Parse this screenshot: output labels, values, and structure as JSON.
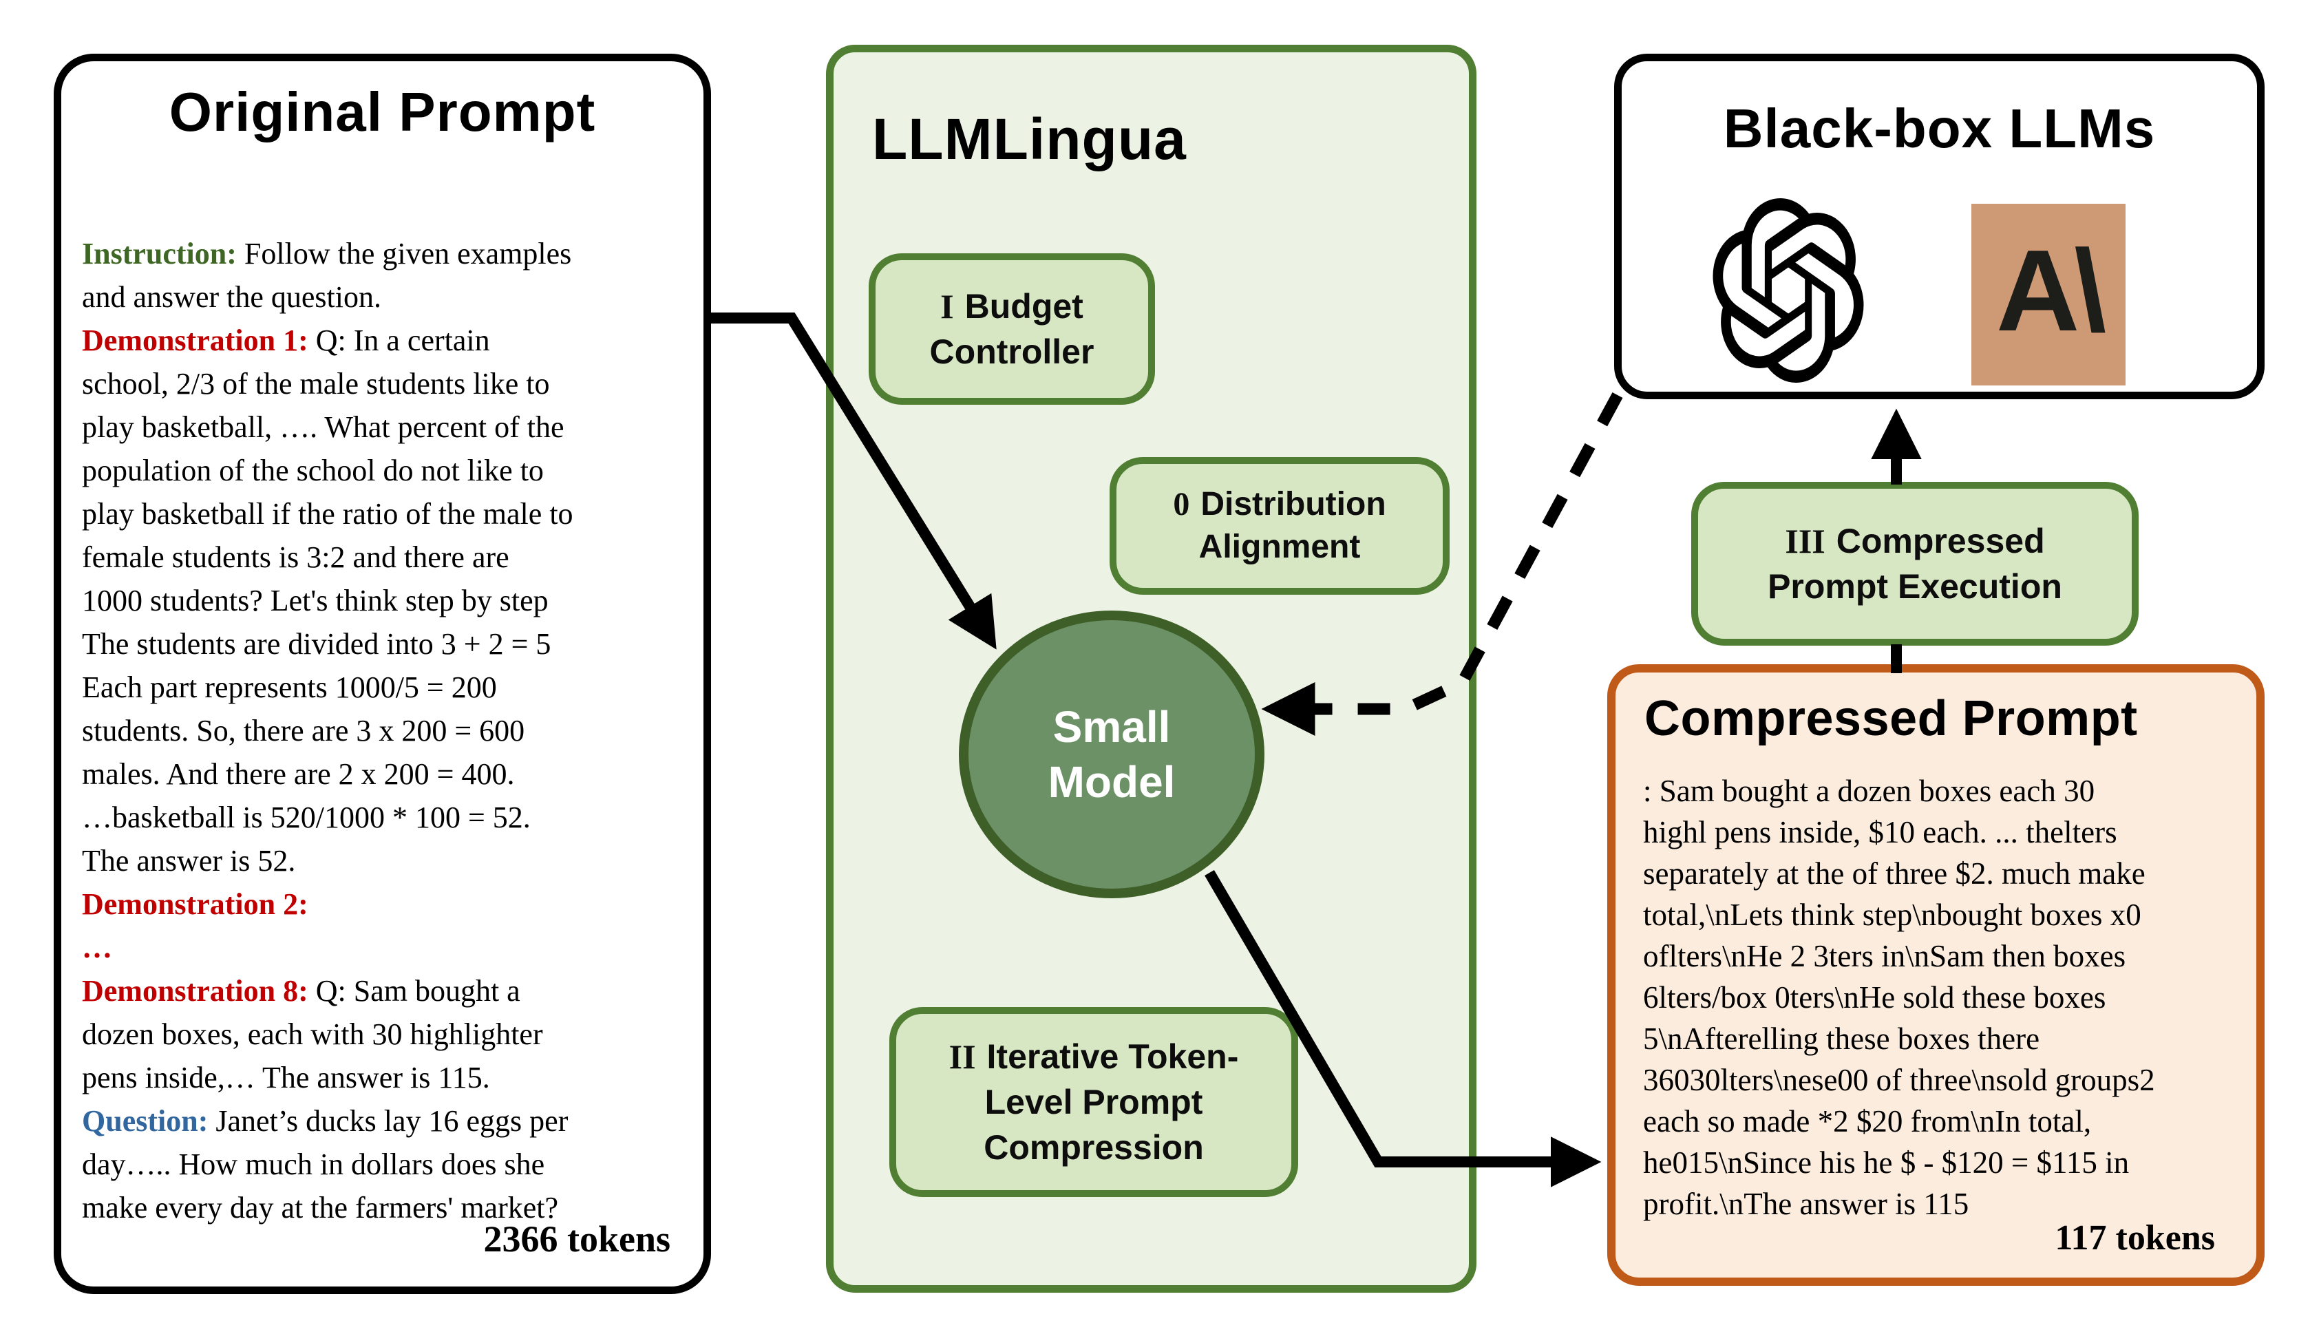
{
  "original_prompt": {
    "title": "Original Prompt",
    "token_count": "2366 tokens",
    "lines": [
      {
        "label": "Instruction:",
        "label_style": "instruction",
        "text": " Follow the given examples"
      },
      {
        "text": "and answer the question."
      },
      {
        "label": "Demonstration 1:",
        "label_style": "demo",
        "text": " Q: In a certain"
      },
      {
        "text": "school, 2/3 of the male students like to"
      },
      {
        "text": "play basketball, …. What percent of the"
      },
      {
        "text": "population of the school do not like to"
      },
      {
        "text": "play basketball if the ratio of the male to"
      },
      {
        "text": "female students is 3:2 and there are"
      },
      {
        "text": "1000 students? Let's think step by step"
      },
      {
        "text": "The students are divided into 3 + 2 = 5"
      },
      {
        "text": "Each part represents 1000/5 = 200"
      },
      {
        "text": "students. So, there are 3 x 200 = 600"
      },
      {
        "text": "males. And there are 2 x 200 = 400."
      },
      {
        "text": "…basketball is 520/1000 * 100 = 52."
      },
      {
        "text": "The answer is 52."
      },
      {
        "label": "Demonstration 2:",
        "label_style": "demo",
        "text": ""
      },
      {
        "label": "…",
        "label_style": "demo",
        "text": ""
      },
      {
        "label": "Demonstration 8:",
        "label_style": "demo",
        "text": " Q: Sam bought a"
      },
      {
        "text": "dozen boxes, each with 30 highlighter"
      },
      {
        "text": "pens inside,… The answer is 115."
      },
      {
        "label": "Question:",
        "label_style": "question",
        "text": " Janet’s ducks lay 16 eggs per"
      },
      {
        "text": "day….. How much in dollars does she"
      },
      {
        "text": "make every day at the farmers' market?"
      }
    ]
  },
  "llmlingua": {
    "title": "LLMLingua",
    "small_model": [
      "Small",
      "Model"
    ],
    "modules": {
      "budget": {
        "numeral": "I",
        "lines": [
          "Budget",
          "Controller"
        ]
      },
      "distribution": {
        "numeral": "0",
        "lines": [
          "Distribution",
          "Alignment"
        ]
      },
      "iterative": {
        "numeral": "II",
        "lines": [
          "Iterative Token-",
          "Level Prompt",
          "Compression"
        ]
      },
      "execution": {
        "numeral": "III",
        "lines": [
          "Compressed",
          "Prompt Execution"
        ]
      }
    }
  },
  "blackbox": {
    "title": "Black-box LLMs",
    "anthropic_glyph": "A\\"
  },
  "compressed_prompt": {
    "title": "Compressed Prompt",
    "token_count": "117 tokens",
    "lines": [
      ": Sam bought a dozen boxes each 30",
      "highl pens inside, $10 each. ... thelters",
      "separately at the of three $2. much make",
      "total,\\nLets think step\\nbought boxes x0",
      "oflters\\nHe 2 3ters in\\nSam then boxes",
      "6lters/box 0ters\\nHe sold these boxes",
      "5\\nAfterelling these boxes there",
      "36030lters\\nese00 of three\\nsold groups2",
      "each so made *2 $20 from\\nIn total,",
      "he015\\nSince his he $ - $120 = $115 in",
      "profit.\\nThe answer is 115"
    ]
  },
  "colors": {
    "panel_green_bg": "#edf3e4",
    "module_green_bg": "#d7e6c3",
    "green_border": "#507e32",
    "circle_fill": "#6c9166",
    "circle_border": "#3f5f28",
    "compressed_bg": "#fcecdd",
    "compressed_border": "#c05a18",
    "anthropic_tan": "#ce9a76",
    "instruction_green": "#3e6625",
    "demo_red": "#c00000",
    "question_blue": "#31679e"
  }
}
